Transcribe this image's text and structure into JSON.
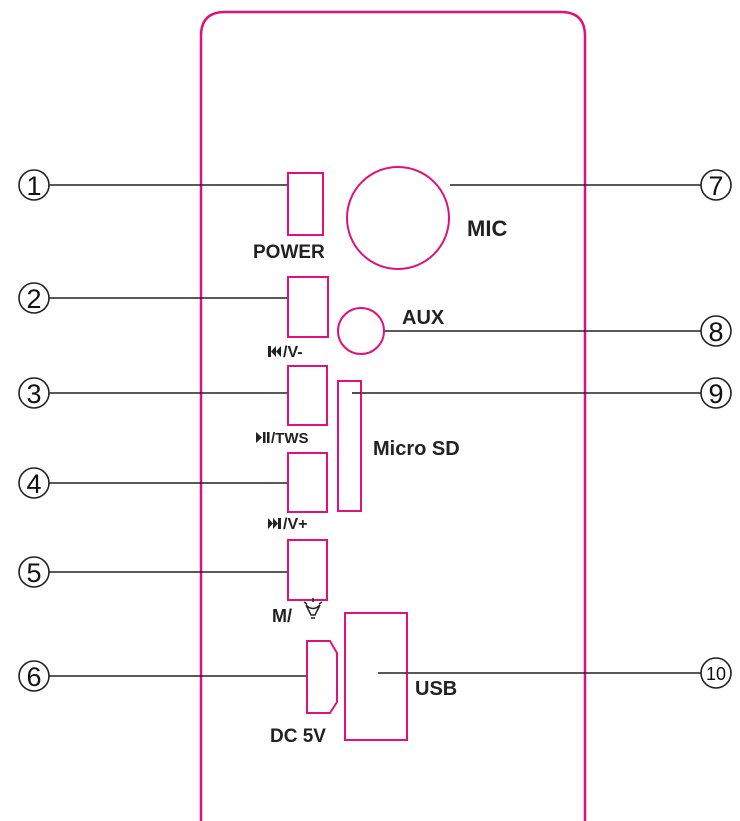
{
  "colors": {
    "panel": "#e0117a",
    "line": "#222222",
    "text": "#222222"
  },
  "callouts": [
    {
      "number": "1",
      "target": "power-switch"
    },
    {
      "number": "2",
      "target": "prev-volume-down-button"
    },
    {
      "number": "3",
      "target": "play-pause-tws-button"
    },
    {
      "number": "4",
      "target": "next-volume-up-button"
    },
    {
      "number": "5",
      "target": "mode-light-button"
    },
    {
      "number": "6",
      "target": "dc-5v-port"
    },
    {
      "number": "7",
      "target": "mic"
    },
    {
      "number": "8",
      "target": "aux-jack"
    },
    {
      "number": "9",
      "target": "micro-sd-slot"
    },
    {
      "number": "10",
      "target": "usb-port"
    }
  ],
  "labels": {
    "power": "POWER",
    "prev": "/V-",
    "play": "/TWS",
    "next": "/V+",
    "mode": "M/",
    "dc": "DC 5V",
    "mic": "MIC",
    "aux": "AUX",
    "micro_sd": "Micro SD",
    "usb": "USB"
  },
  "icons": {
    "prev": "previous-track-icon",
    "play": "play-pause-icon",
    "next": "next-track-icon",
    "light": "light-bulb-icon"
  }
}
